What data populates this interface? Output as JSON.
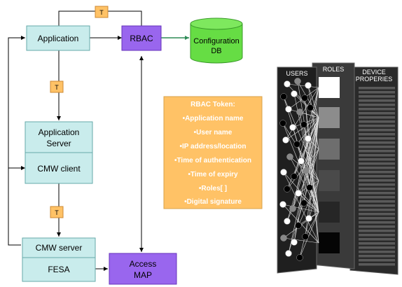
{
  "boxes": {
    "application": "Application",
    "rbac": "RBAC",
    "config_line1": "Configuration",
    "config_line2": "DB",
    "app_server_line1": "Application",
    "app_server_line2": "Server",
    "cmw_client": "CMW client",
    "cmw_server": "CMW server",
    "fesa": "FESA",
    "access_line1": "Access",
    "access_line2": "MAP"
  },
  "token_marker": "T",
  "token_box": {
    "title": "RBAC Token:",
    "items": [
      "•Application name",
      "•User name",
      "•IP address/location",
      "•Time of authentication",
      "•Time of expiry",
      "•Roles[ ]",
      "•Digital signature"
    ]
  },
  "panel": {
    "users": "USERS",
    "roles": "ROLES",
    "device_line1": "DEVICE",
    "device_line2": "PROPERIES"
  },
  "colors": {
    "box_teal": "#c9ecec",
    "rbac_purple": "#9966ee",
    "db_green": "#66dd44",
    "token_orange": "#ffc266",
    "token_text": "#ffffff",
    "arrow_green": "#2e8b57"
  }
}
